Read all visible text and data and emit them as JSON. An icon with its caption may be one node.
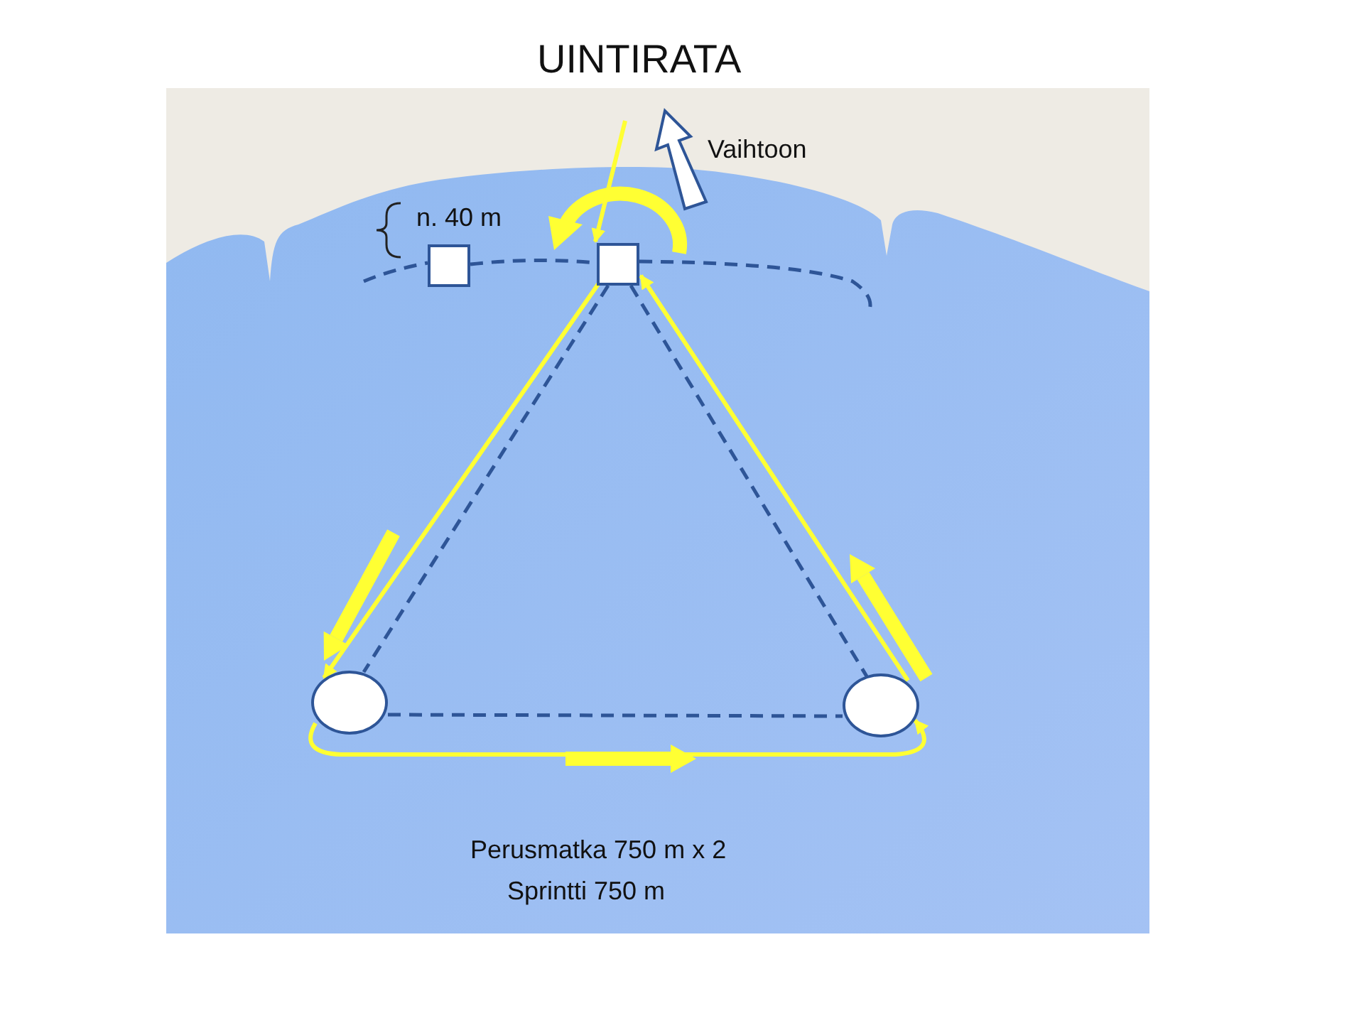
{
  "diagram": {
    "title": "UINTIRATA",
    "nodes": [
      {
        "text": [],
        "shape": "box"
      },
      {
        "text": [],
        "shape": "box"
      },
      {
        "text": [],
        "shape": "circle"
      },
      {
        "text": [],
        "shape": "circle"
      }
    ],
    "edges": [
      {
        "from": 0,
        "to": 1,
        "arrow": "none",
        "style": "dashed"
      },
      {
        "from": 1,
        "to": 2,
        "arrow": "none",
        "style": "dashed"
      },
      {
        "from": 1,
        "to": 3,
        "arrow": "none",
        "style": "dashed"
      },
      {
        "from": 2,
        "to": 3,
        "arrow": "none",
        "style": "dashed"
      },
      {
        "from": null,
        "to": 1,
        "arrow": "to",
        "color": "#ffff33"
      },
      {
        "from": 1,
        "to": 2,
        "arrow": "to",
        "color": "#ffff33"
      },
      {
        "from": 2,
        "to": 3,
        "arrow": "to",
        "color": "#ffff33"
      },
      {
        "from": 3,
        "to": 1,
        "arrow": "to",
        "color": "#ffff33"
      }
    ],
    "labels": [
      "n. 40 m",
      "Vaihtoon",
      "Perusmatka 750 m x 2",
      "Sprintti 750 m"
    ]
  }
}
